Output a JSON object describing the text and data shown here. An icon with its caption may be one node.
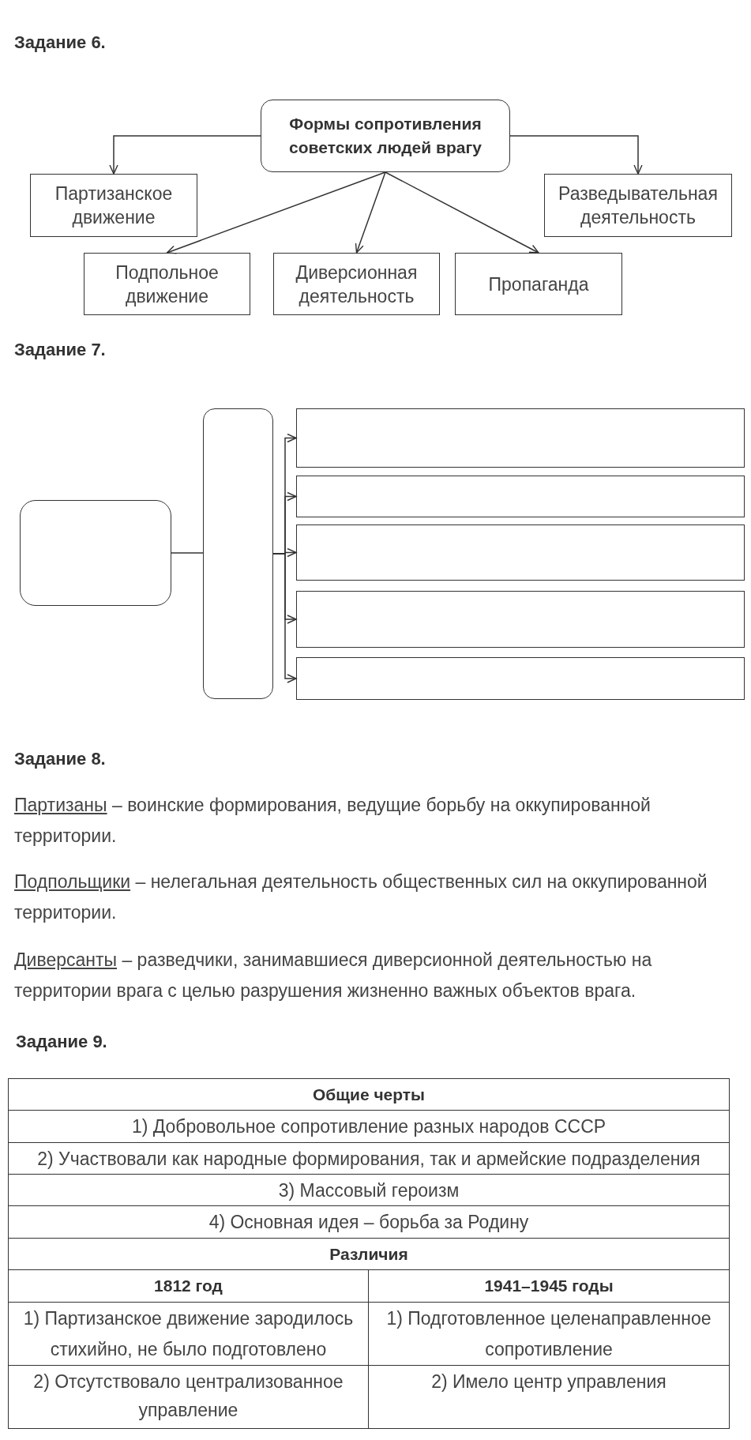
{
  "diagram": {
    "nodes": [
      {
        "text": [
          "Формы сопротивления советских людей врагу"
        ]
      },
      {
        "text": [
          "Партизанское движение"
        ]
      },
      {
        "text": [
          "Разведывательная деятельность"
        ]
      },
      {
        "text": [
          "Подпольное движение"
        ]
      },
      {
        "text": [
          "Диверсионная деятельность"
        ]
      },
      {
        "text": [
          "Пропаганда"
        ]
      },
      {
        "text": [],
        "shape": "box"
      },
      {
        "text": [],
        "shape": "box"
      },
      {
        "text": [],
        "shape": "box"
      },
      {
        "text": [],
        "shape": "box"
      },
      {
        "text": [],
        "shape": "box"
      },
      {
        "text": [],
        "shape": "box"
      },
      {
        "text": [],
        "shape": "box"
      }
    ],
    "edges": [
      {
        "from": 0,
        "to": 1,
        "arrow": "to"
      },
      {
        "from": 0,
        "to": 2,
        "arrow": "to"
      },
      {
        "from": 0,
        "to": 3,
        "arrow": "to"
      },
      {
        "from": 0,
        "to": 4,
        "arrow": "to"
      },
      {
        "from": 0,
        "to": 5,
        "arrow": "to"
      },
      {
        "from": 6,
        "to": 7,
        "arrow": "none"
      },
      {
        "from": 7,
        "to": 8,
        "arrow": "to"
      },
      {
        "from": 7,
        "to": 9,
        "arrow": "to"
      },
      {
        "from": 7,
        "to": 10,
        "arrow": "to"
      },
      {
        "from": 7,
        "to": 11,
        "arrow": "to"
      },
      {
        "from": 7,
        "to": 12,
        "arrow": "to"
      }
    ],
    "labels": [
      "Задание 6.",
      "Задание 7.",
      "Задание 8.",
      "Партизаны – воинские формирования, ведущие борьбу на оккупированной территории.",
      "Подпольщики – нелегальная деятельность общественных сил на оккупированной территории.",
      "Диверсанты – разведчики, занимавшиеся диверсионной деятельностью на территории врага с целью разрушения жизненно важных объектов врага.",
      "Задание 9.",
      "Общие черты",
      "1) Добровольное сопротивление разных народов СССР",
      "2) Участвовали как народные формирования, так и армейские подразделения",
      "3) Массовый героизм",
      "4) Основная идея – борьба за Родину",
      "Различия",
      "1812 год",
      "1941–1945 годы",
      "1) Партизанское движение зародилось стихийно, не было подготовлено",
      "1) Подготовленное целенаправленное сопротивление",
      "2) Отсутствовало централизованное управление",
      "2) Имело центр управления"
    ]
  }
}
